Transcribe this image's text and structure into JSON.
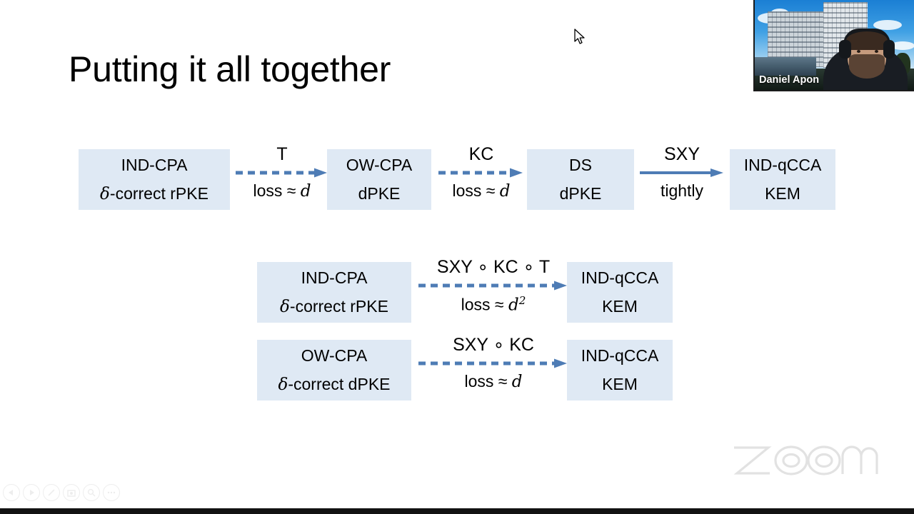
{
  "meta": {
    "app": "zoom-screen-share",
    "watermark_text": "zoom",
    "accent_arrow_color": "#4e7cb5",
    "box_fill_color": "#dfe9f4",
    "text_color": "#000000"
  },
  "slide": {
    "title": "Putting it all together",
    "rows": [
      {
        "id": "row-1",
        "nodes": [
          {
            "line1": "IND-CPA",
            "line2_delta": "δ",
            "line2_rest": "-correct rPKE"
          },
          {
            "line1": "OW-CPA",
            "line2_delta": "",
            "line2_rest": "dPKE"
          },
          {
            "line1": "DS",
            "line2_delta": "",
            "line2_rest": "dPKE"
          },
          {
            "line1": "IND-qCCA",
            "line2_delta": "",
            "line2_rest": "KEM"
          }
        ],
        "arrows": [
          {
            "top": "T",
            "bottom_prefix": "loss ≈ ",
            "bottom_var": "d",
            "bottom_sup": "",
            "style": "dashed"
          },
          {
            "top": "KC",
            "bottom_prefix": "loss ≈ ",
            "bottom_var": "d",
            "bottom_sup": "",
            "style": "dashed"
          },
          {
            "top": "SXY",
            "bottom_prefix": "tightly",
            "bottom_var": "",
            "bottom_sup": "",
            "style": "solid"
          }
        ]
      },
      {
        "id": "row-2",
        "nodes": [
          {
            "line1": "IND-CPA",
            "line2_delta": "δ",
            "line2_rest": "-correct rPKE"
          },
          {
            "line1": "IND-qCCA",
            "line2_delta": "",
            "line2_rest": "KEM"
          }
        ],
        "arrows": [
          {
            "top": "SXY ∘ KC ∘ T",
            "bottom_prefix": "loss ≈ ",
            "bottom_var": "d",
            "bottom_sup": "2",
            "style": "dashed"
          }
        ]
      },
      {
        "id": "row-3",
        "nodes": [
          {
            "line1": "OW-CPA",
            "line2_delta": "δ",
            "line2_rest": "-correct dPKE"
          },
          {
            "line1": "IND-qCCA",
            "line2_delta": "",
            "line2_rest": "KEM"
          }
        ],
        "arrows": [
          {
            "top": "SXY ∘ KC",
            "bottom_prefix": "loss ≈ ",
            "bottom_var": "d",
            "bottom_sup": "",
            "style": "dashed"
          }
        ]
      }
    ]
  },
  "video": {
    "participant_name": "Daniel Apon"
  },
  "toolbar": {
    "buttons": [
      {
        "name": "previous-slide-button",
        "glyph": "◀"
      },
      {
        "name": "next-slide-button",
        "glyph": "▶"
      },
      {
        "name": "annotate-pen-button",
        "glyph": "╱"
      },
      {
        "name": "screenshot-button",
        "glyph": "❐"
      },
      {
        "name": "magnify-button",
        "glyph": "⌕"
      },
      {
        "name": "more-options-button",
        "glyph": "⋯"
      }
    ]
  }
}
